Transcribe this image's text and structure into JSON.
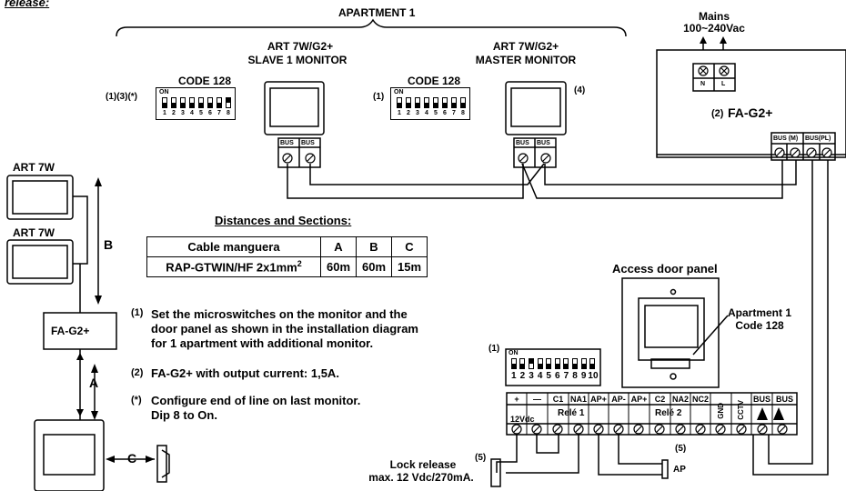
{
  "header_label": "release:",
  "apartment_label": "APARTMENT 1",
  "mains": {
    "line1": "Mains",
    "line2": "100~240Vac",
    "terminal_n": "N",
    "terminal_l": "L"
  },
  "psu": {
    "label": "FA-G2+",
    "ref": "(2)",
    "terminal_bus_m": "BUS (M)",
    "terminal_bus_pl": "BUS(PL)"
  },
  "slave_monitor": {
    "model": "ART 7W/G2+",
    "role": "SLAVE 1 MONITOR",
    "code_label": "CODE 128",
    "refs": "(1)(3)(*)",
    "bus1": "BUS",
    "bus2": "BUS"
  },
  "master_monitor": {
    "model": "ART 7W/G2+",
    "role": "MASTER MONITOR",
    "code_label": "CODE 128",
    "ref_left": "(1)",
    "ref_right": "(4)",
    "bus1": "BUS",
    "bus2": "BUS"
  },
  "dip8": {
    "on": "ON",
    "nums": [
      "1",
      "2",
      "3",
      "4",
      "5",
      "6",
      "7",
      "8"
    ]
  },
  "dip10": {
    "ref": "(1)",
    "on": "ON",
    "nums": [
      "1",
      "2",
      "3",
      "4",
      "5",
      "6",
      "7",
      "8",
      "9",
      "10"
    ]
  },
  "left_diagram": {
    "monitor1": "ART 7W",
    "monitor2": "ART 7W",
    "psu": "FA-G2+",
    "dist_a": "A",
    "dist_b": "B",
    "dist_c": "C"
  },
  "distances": {
    "title": "Distances and Sections:",
    "headers": [
      "Cable manguera",
      "A",
      "B",
      "C"
    ],
    "row": [
      "RAP-GTWIN/HF 2x1mm",
      "60m",
      "60m",
      "15m"
    ],
    "superscript": "2"
  },
  "notes": [
    {
      "ref": "(1)",
      "text": [
        "Set the microswitches on the monitor and the",
        "door panel as shown in the installation diagram",
        "for 1 apartment with additional monitor."
      ]
    },
    {
      "ref": "(2)",
      "text": [
        "FA-G2+ with output current: 1,5A."
      ]
    },
    {
      "ref": "(*)",
      "text": [
        "Configure end of line on last monitor.",
        "Dip 8 to On."
      ]
    }
  ],
  "door_panel": {
    "title": "Access door panel",
    "apt_line1": "Apartment 1",
    "apt_line2": "Code 128"
  },
  "terminal_block": {
    "labels": [
      "+",
      "—",
      "C1",
      "NA1",
      "AP+",
      "AP-",
      "AP+",
      "C2",
      "NA2",
      "NC2",
      "GND",
      "CCTV",
      "BUS",
      "BUS"
    ],
    "sub_12vdc": "12Vdc",
    "rele1": "Relé 1",
    "rele2": "Relé 2",
    "ref5": "(5)"
  },
  "lock": {
    "ref": "(5)",
    "line1": "Lock release",
    "line2": "max. 12 Vdc/270mA."
  },
  "ap_label": "AP"
}
